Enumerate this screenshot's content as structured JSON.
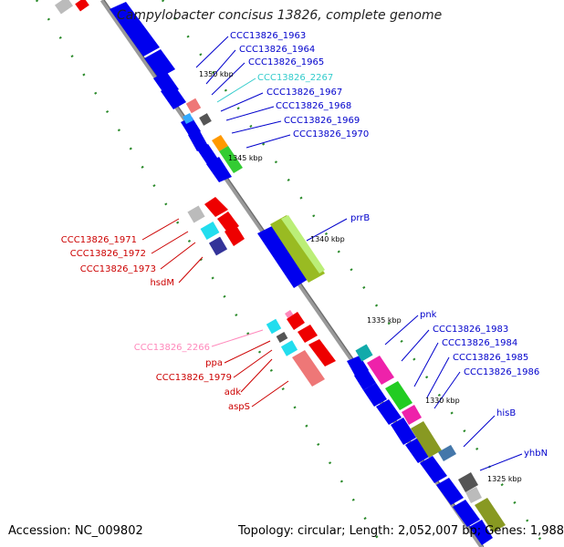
{
  "title": "Campylobacter concisus 13826, complete genome",
  "accession": "Accession: NC_009802",
  "topology": "Topology: circular; Length: 2,052,007 bp; Genes: 1,988",
  "colors": {
    "forward_gene": "#0000ee",
    "reverse_gene": "#ee0000",
    "label_blue": "#0000cc",
    "label_red": "#cc0000",
    "label_cyan": "#33cccc",
    "label_pink": "#ff88bb",
    "backbone": "#777777",
    "tick": "#228822"
  },
  "kbp_labels": [
    "1350 kbp",
    "1345 kbp",
    "1340 kbp",
    "1335 kbp",
    "1330 kbp",
    "1325 kbp"
  ],
  "gene_labels_right": [
    "CCC13826_1963",
    "CCC13826_1964",
    "CCC13826_1965",
    "CCC13826_2267",
    "CCC13826_1967",
    "CCC13826_1968",
    "CCC13826_1969",
    "CCC13826_1970"
  ],
  "gene_labels_left": [
    "CCC13826_1971",
    "CCC13826_1972",
    "CCC13826_1973",
    "hsdM"
  ],
  "gene_label_prrB": "prrB",
  "gene_labels_lower_right": [
    "pnk",
    "CCC13826_1983",
    "CCC13826_1984",
    "CCC13826_1985",
    "CCC13826_1986",
    "hisB",
    "yhbN"
  ],
  "gene_labels_lower_left": [
    "CCC13826_2266",
    "ppa",
    "CCC13826_1979",
    "adk",
    "aspS"
  ]
}
